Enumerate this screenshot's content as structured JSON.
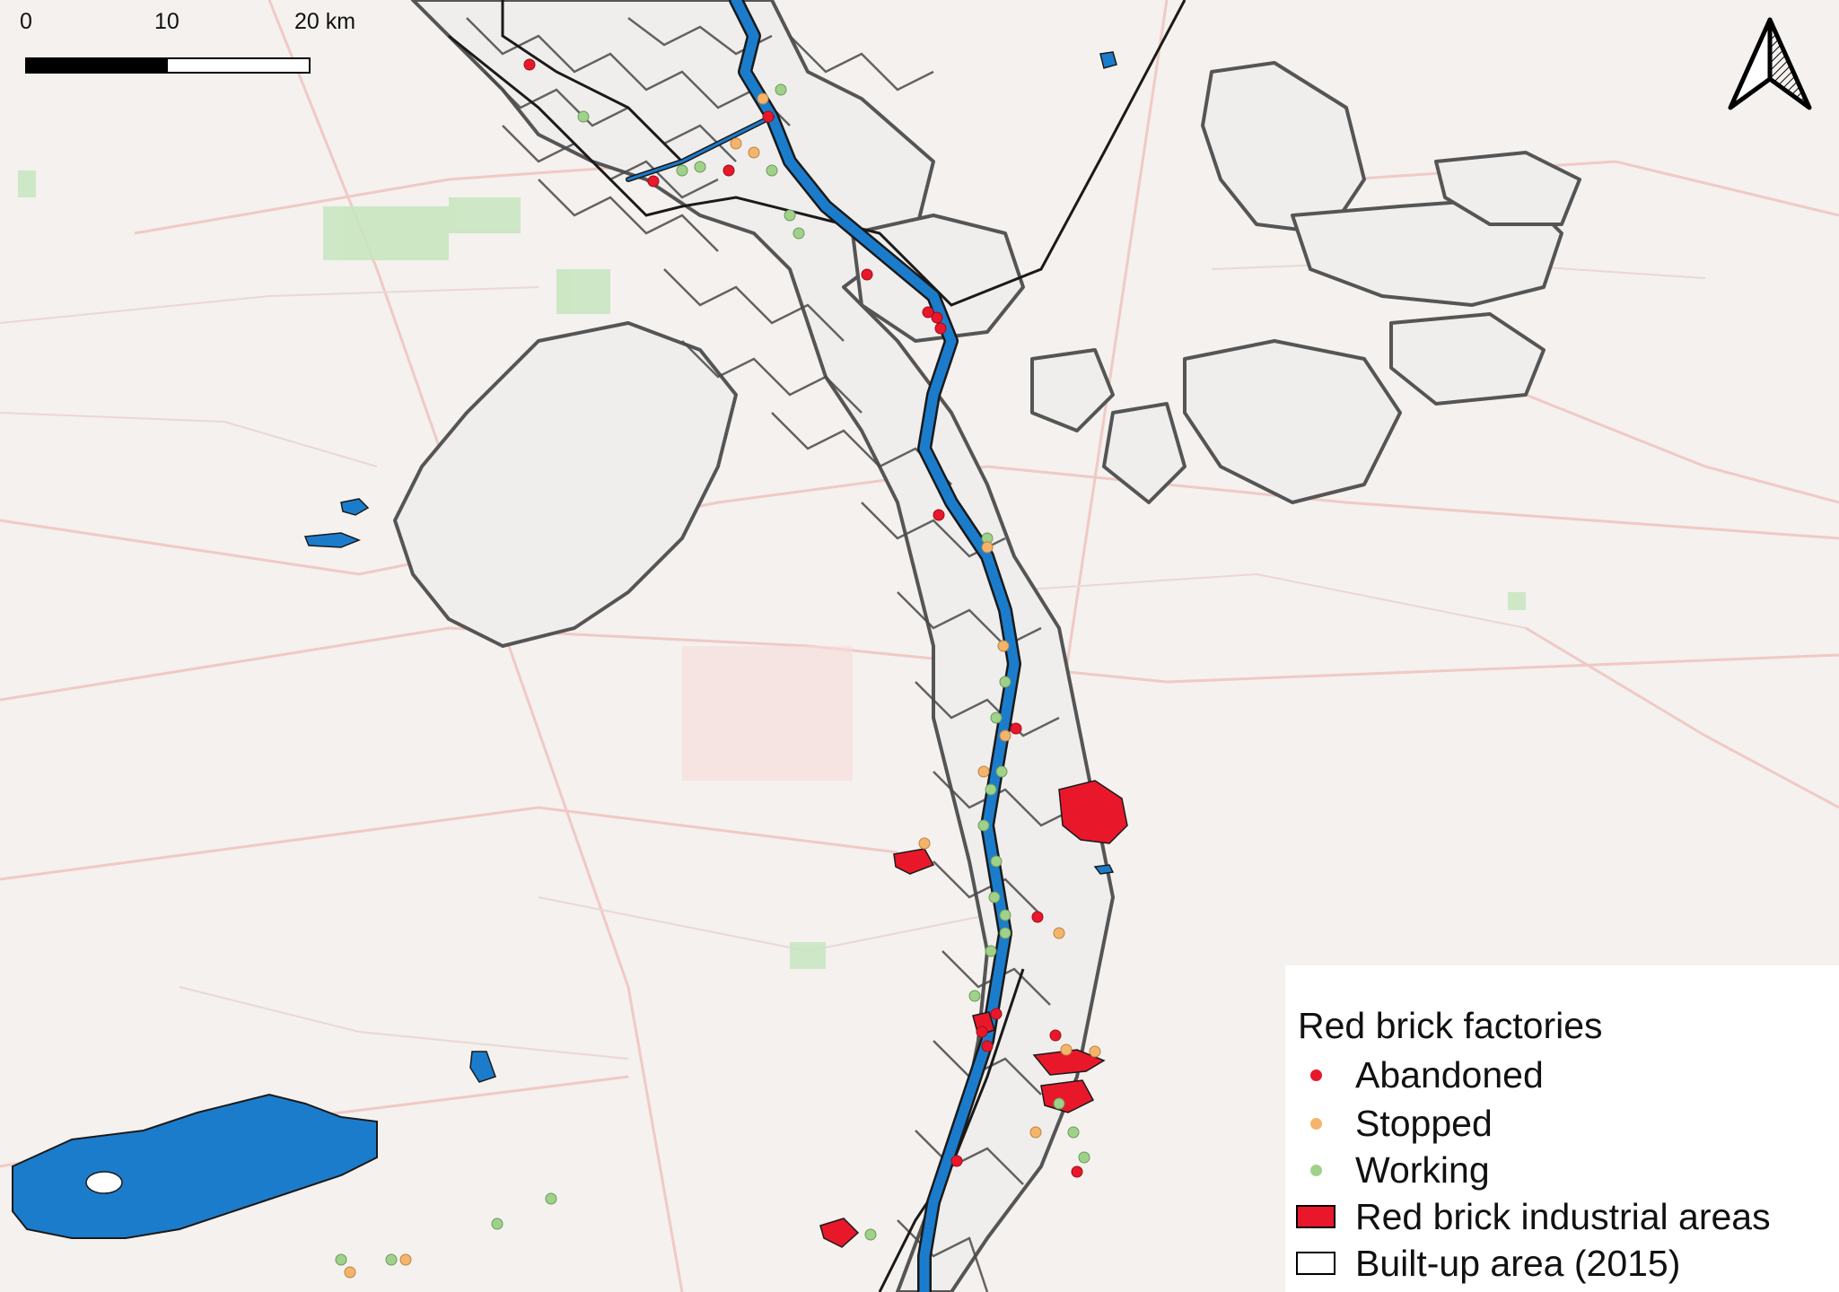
{
  "scale_bar": {
    "labels": [
      "0",
      "10",
      "20 km"
    ]
  },
  "north_arrow": {
    "icon": "north-arrow-icon"
  },
  "legend": {
    "title": "Red brick factories",
    "items": [
      {
        "label": "Abandoned",
        "symbol": "dot",
        "color": "#e8182a"
      },
      {
        "label": "Stopped",
        "symbol": "dot",
        "color": "#f4b46a"
      },
      {
        "label": "Working",
        "symbol": "dot",
        "color": "#9fd18a"
      },
      {
        "label": "Red brick industrial areas",
        "symbol": "rect",
        "color": "#e8182a"
      },
      {
        "label": "Built-up area (2015)",
        "symbol": "rect",
        "color": "#ffffff"
      }
    ]
  },
  "colors": {
    "river": "#1c7ccc",
    "lake": "#1c7ccc",
    "builtup_outline": "#555555",
    "boundary": "#1a1a1a",
    "basemap": "#f4f1ee",
    "roads": "#f0c5c2",
    "green": "#c7e6bf",
    "industrial": "#e8182a"
  }
}
